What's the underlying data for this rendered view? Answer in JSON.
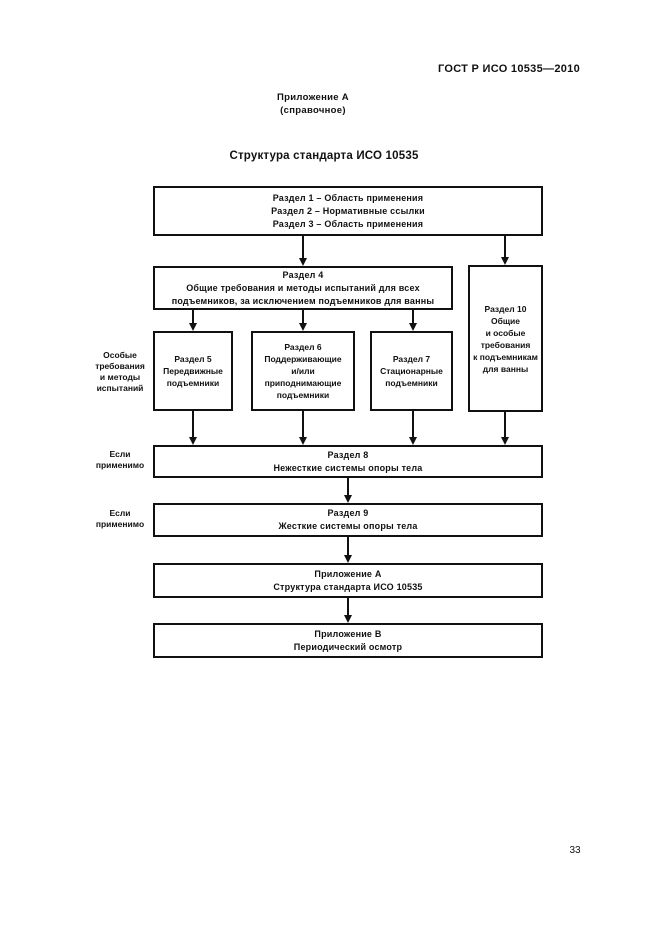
{
  "page": {
    "header": "ГОСТ Р ИСО 10535—2010",
    "annex_heading": {
      "line1": "Приложение А",
      "line2": "(справочное)"
    },
    "title": "Структура стандарта ИСО 10535",
    "page_number": "33"
  },
  "flowchart": {
    "boxes": {
      "sections_1_3": {
        "lines": [
          "Раздел 1 – Область применения",
          "Раздел 2 – Нормативные ссылки",
          "Раздел 3 – Область применения"
        ]
      },
      "section_4": {
        "lines": [
          "Раздел 4",
          "Общие требования и методы испытаний для всех",
          "подъемников, за исключением подъемников для ванны"
        ]
      },
      "section_10": {
        "lines": [
          "Раздел 10",
          "Общие",
          "и особые",
          "требования",
          "к подъемникам",
          "для ванны"
        ]
      },
      "section_5": {
        "lines": [
          "Раздел 5",
          "Передвижные",
          "подъемники"
        ]
      },
      "section_6": {
        "lines": [
          "Раздел 6",
          "Поддерживающие",
          "и/или",
          "приподнимающие",
          "подъемники"
        ]
      },
      "section_7": {
        "lines": [
          "Раздел 7",
          "Стационарные",
          "подъемники"
        ]
      },
      "section_8": {
        "lines": [
          "Раздел 8",
          "Нежесткие системы опоры тела"
        ]
      },
      "section_9": {
        "lines": [
          "Раздел 9",
          "Жесткие системы опоры тела"
        ]
      },
      "annex_a": {
        "lines": [
          "Приложение А",
          "Структура стандарта ИСО 10535"
        ]
      },
      "annex_b": {
        "lines": [
          "Приложение В",
          "Периодический осмотр"
        ]
      }
    },
    "side_labels": {
      "special_requirements": {
        "lines": [
          "Особые",
          "требования",
          "и методы",
          "испытаний"
        ]
      },
      "if_applicable_1": {
        "lines": [
          "Если",
          "применимо"
        ]
      },
      "if_applicable_2": {
        "lines": [
          "Если",
          "применимо"
        ]
      }
    },
    "colors": {
      "line": "#111111",
      "text": "#111111",
      "background": "#ffffff"
    }
  }
}
